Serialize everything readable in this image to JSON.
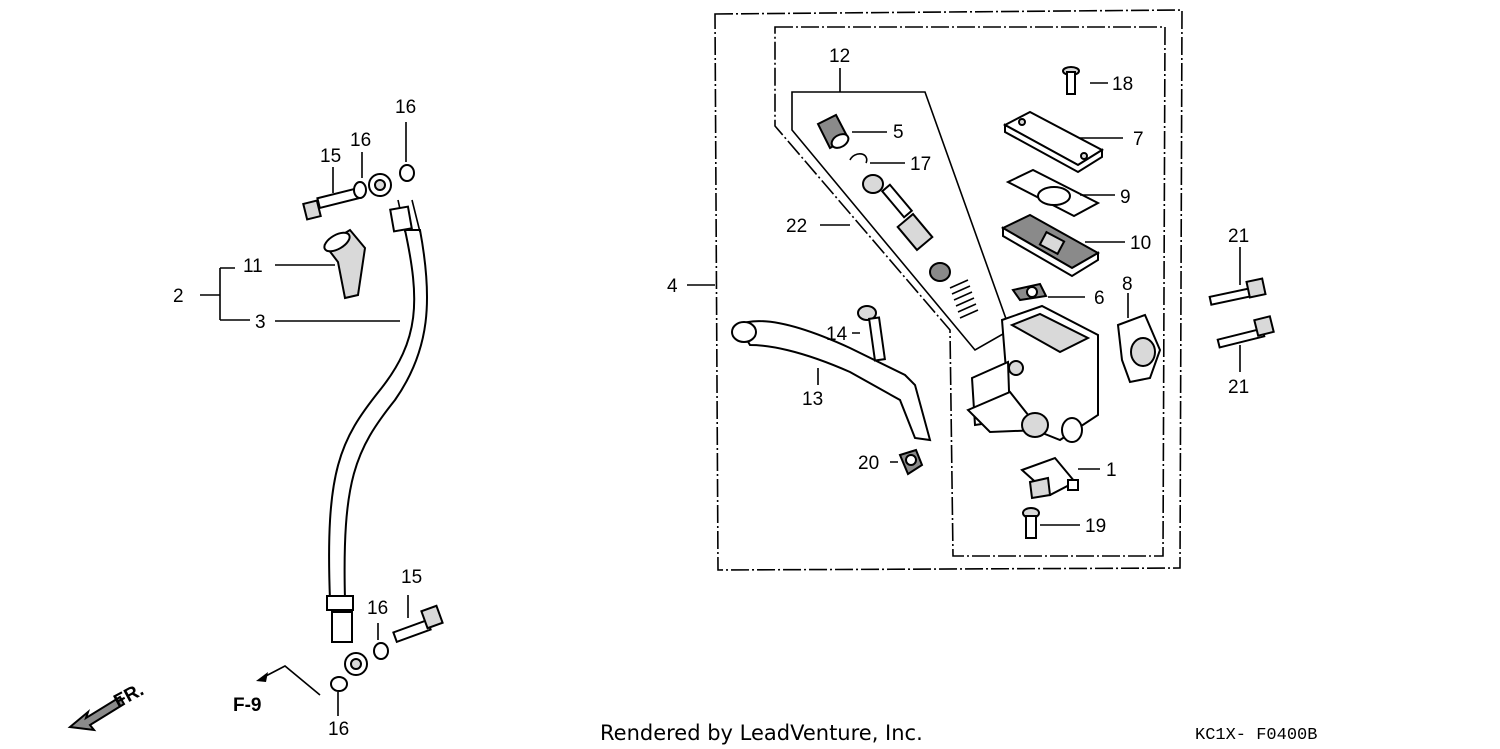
{
  "callouts": {
    "c1": "1",
    "c2": "2",
    "c3": "3",
    "c4": "4",
    "c5": "5",
    "c6": "6",
    "c7": "7",
    "c8": "8",
    "c9": "9",
    "c10": "10",
    "c11": "11",
    "c12": "12",
    "c13": "13",
    "c14": "14",
    "c15a": "15",
    "c15b": "15",
    "c16a": "16",
    "c16b": "16",
    "c16c": "16",
    "c16d": "16",
    "c17": "17",
    "c18": "18",
    "c19": "19",
    "c20": "20",
    "c21a": "21",
    "c21b": "21",
    "c22": "22"
  },
  "arrows": {
    "front": "FR.",
    "ref": "F-9"
  },
  "footer": {
    "credit": "Rendered by LeadVenture, Inc.",
    "code": "KC1X- F0400B"
  }
}
